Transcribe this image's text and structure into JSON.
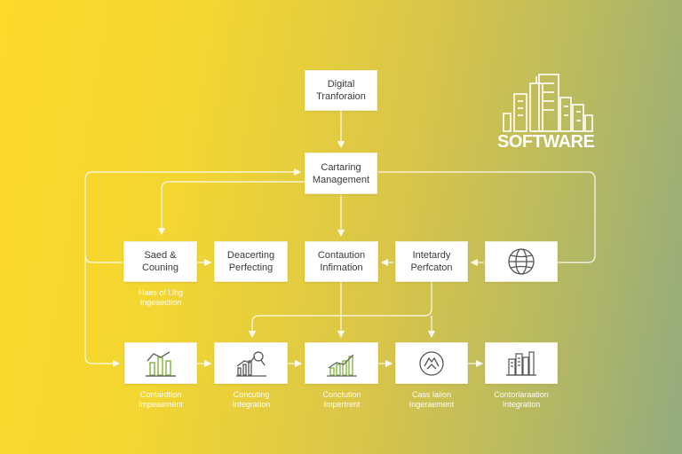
{
  "logo": {
    "text": "SOFTWARE",
    "icon": "city-skyline-icon"
  },
  "nodes": {
    "top": "Digital\nTranforaion",
    "management": "Cartaring\nManagement",
    "row1": [
      "Saed &\nCouning",
      "Deacerting\nPerfecting",
      "Contaution\nInfirnation",
      "Intetardy\nPerfcaton"
    ],
    "row1_icon": "globe-icon",
    "row2_icons": [
      "bar-chart-icon",
      "growth-chart-magnifier-icon",
      "bar-chart-icon",
      "handshake-icon",
      "buildings-icon"
    ]
  },
  "captions": {
    "row1": "Haes of l.lhg\nIngeaection",
    "row2": [
      "Contardtion\nImpeaement",
      "Concuting\nIntegration",
      "Conctution\nImpertrent",
      "Cass laiion\nIngeraement",
      "Contorlaraation\nIntegration"
    ]
  },
  "colors": {
    "line": "#ffffff",
    "icon_green": "#7fb23a",
    "icon_gray": "#666666"
  }
}
